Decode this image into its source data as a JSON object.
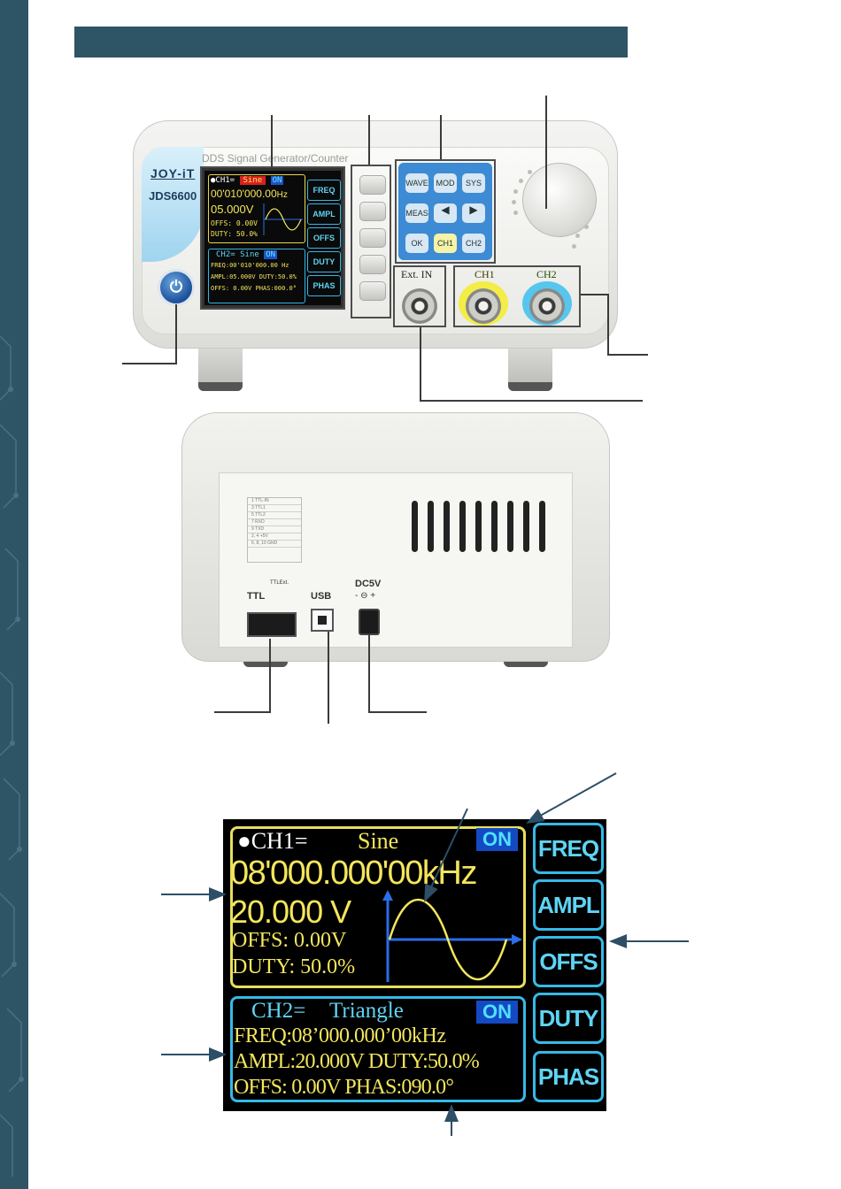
{
  "front_device": {
    "brand": "JOY-iT",
    "model": "JDS6600",
    "product_label": "DDS Signal Generator/Counter",
    "screen": {
      "ch1_title": "●CH1=",
      "ch1_wave": "Sine",
      "ch1_on": "ON",
      "ch1_freq": "00'010'000.00",
      "ch1_freq_unit": "Hz",
      "ch1_ampl": "05.000",
      "ch1_ampl_unit": "V",
      "ch1_offs": "OFFS: 0.00V",
      "ch1_duty": "DUTY: 50.0%",
      "ch2_title": "CH2=",
      "ch2_wave": "Sine",
      "ch2_on": "ON",
      "ch2_freq": "FREQ:00'010'000.00 Hz",
      "ch2_ampl": "AMPL:05.000V DUTY:50.0%",
      "ch2_offs": "OFFS: 0.00V PHAS:000.0°",
      "side_keys": [
        "FREQ",
        "AMPL",
        "OFFS",
        "DUTY",
        "PHAS"
      ]
    },
    "keypad": {
      "wave": "WAVE",
      "mod": "MOD",
      "sys": "SYS",
      "meas": "MEAS",
      "left": "◀",
      "right": "▶",
      "ok": "OK",
      "ch1": "CH1",
      "ch2": "CH2"
    },
    "power_symbol": "⏻",
    "connectors": {
      "ext_in": "Ext. IN",
      "ch1": "CH1",
      "ch2": "CH2"
    }
  },
  "back_device": {
    "ttl_label": "TTL",
    "ttl_ext_label": "TTLExt.",
    "usb_label": "USB",
    "dc_label": "DC5V",
    "dc_polarity": "- ⊖ +",
    "pin_table": [
      [
        "1",
        "TTL-IN"
      ],
      [
        "3",
        "TTL1"
      ],
      [
        "5",
        "TTL2"
      ],
      [
        "7",
        "RXD"
      ],
      [
        "9",
        "TXD"
      ],
      [
        "2, 4",
        "+5V"
      ],
      [
        "6, 8, 10",
        "GND"
      ]
    ]
  },
  "zoom_screen": {
    "ch1_title": "●CH1=",
    "ch1_wave": "Sine",
    "ch1_on": "ON",
    "ch1_freq": "08'000.000'00kHz",
    "ch1_ampl": "20.000 V",
    "ch1_offs": "OFFS: 0.00V",
    "ch1_duty": "DUTY: 50.0%",
    "ch2_title": "CH2=",
    "ch2_wave": "Triangle",
    "ch2_on": "ON",
    "ch2_freq": "FREQ:08’000.000’00kHz",
    "ch2_ampl": "AMPL:20.000V DUTY:50.0%",
    "ch2_offs": "OFFS: 0.00V PHAS:090.0°",
    "side_keys": [
      "FREQ",
      "AMPL",
      "OFFS",
      "DUTY",
      "PHAS"
    ]
  },
  "colors": {
    "band": "#2e5566",
    "ch1_yellow": "#e8de5c",
    "ch2_cyan": "#36b9e6",
    "on_blue": "#1449c4",
    "wave_blue": "#2b6de8"
  }
}
